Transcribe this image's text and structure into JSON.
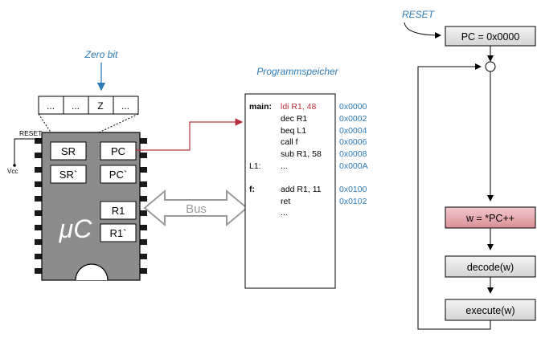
{
  "zero_bit_label": "Zero bit",
  "status_register_bits": [
    "...",
    "...",
    "Z",
    "..."
  ],
  "reset_pin_label": "RESET",
  "vcc_label": "Vcc",
  "registers": {
    "sr": "SR",
    "sr_shadow": "SR`",
    "pc": "PC",
    "pc_shadow": "PC`",
    "r1": "R1",
    "r1_shadow": "R1`"
  },
  "chip_label": "μC",
  "bus_label": "Bus",
  "program_memory": {
    "title": "Programmspeicher",
    "lines": [
      {
        "label": "main:",
        "instr": "ldi R1, 48",
        "addr": "0x0000"
      },
      {
        "label": "",
        "instr": "dec R1",
        "addr": "0x0002"
      },
      {
        "label": "",
        "instr": "beq L1",
        "addr": "0x0004"
      },
      {
        "label": "",
        "instr": "call f",
        "addr": "0x0006"
      },
      {
        "label": "",
        "instr": "sub R1, 58",
        "addr": "0x0008"
      },
      {
        "label": "L1:",
        "instr": "...",
        "addr": "0x000A"
      },
      {
        "label": "f:",
        "instr": "add R1, 11",
        "addr": "0x0100"
      },
      {
        "label": "",
        "instr": "ret",
        "addr": "0x0102"
      },
      {
        "label": "",
        "instr": "...",
        "addr": ""
      }
    ]
  },
  "flow": {
    "reset_label": "RESET",
    "init_step": "PC = 0x0000",
    "fetch_step": "w = *PC++",
    "decode_step": "decode(w)",
    "execute_step": "execute(w)"
  },
  "colors": {
    "accent_red": "#b5303a",
    "address_blue": "#2a7ab8",
    "chip_gray": "#8c8c8c",
    "fetch_fill": "#e6a9ae"
  }
}
